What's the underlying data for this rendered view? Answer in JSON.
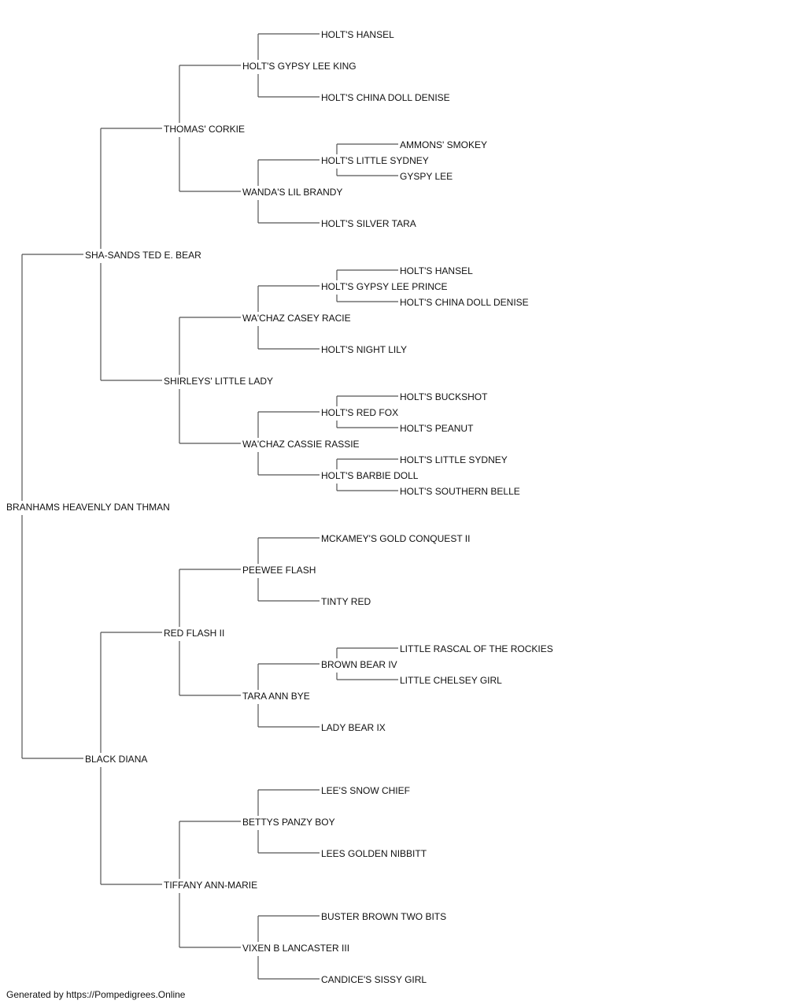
{
  "pedigree": {
    "name": "BRANHAMS HEAVENLY DAN THMAN",
    "sire": {
      "name": "SHA-SANDS TED E. BEAR",
      "sire": {
        "name": "THOMAS' CORKIE",
        "sire": {
          "name": "HOLT'S GYPSY LEE KING",
          "sire": {
            "name": "HOLT'S HANSEL"
          },
          "dam": {
            "name": "HOLT'S CHINA DOLL DENISE"
          }
        },
        "dam": {
          "name": "WANDA'S LIL BRANDY",
          "sire": {
            "name": "HOLT'S LITTLE SYDNEY",
            "sire": {
              "name": "AMMONS' SMOKEY"
            },
            "dam": {
              "name": "GYSPY LEE"
            }
          },
          "dam": {
            "name": "HOLT'S SILVER TARA"
          }
        }
      },
      "dam": {
        "name": "SHIRLEYS' LITTLE LADY",
        "sire": {
          "name": "WA'CHAZ CASEY RACIE",
          "sire": {
            "name": "HOLT'S GYPSY LEE PRINCE",
            "sire": {
              "name": "HOLT'S HANSEL"
            },
            "dam": {
              "name": "HOLT'S CHINA DOLL DENISE"
            }
          },
          "dam": {
            "name": "HOLT'S NIGHT LILY"
          }
        },
        "dam": {
          "name": "WA'CHAZ CASSIE RASSIE",
          "sire": {
            "name": "HOLT'S RED FOX",
            "sire": {
              "name": "HOLT'S BUCKSHOT"
            },
            "dam": {
              "name": "HOLT'S PEANUT"
            }
          },
          "dam": {
            "name": "HOLT'S BARBIE DOLL",
            "sire": {
              "name": "HOLT'S LITTLE SYDNEY"
            },
            "dam": {
              "name": "HOLT'S SOUTHERN BELLE"
            }
          }
        }
      }
    },
    "dam": {
      "name": "BLACK DIANA",
      "sire": {
        "name": "RED FLASH II",
        "sire": {
          "name": "PEEWEE FLASH",
          "sire": {
            "name": "MCKAMEY'S GOLD CONQUEST II"
          },
          "dam": {
            "name": "TINTY RED"
          }
        },
        "dam": {
          "name": "TARA ANN BYE",
          "sire": {
            "name": "BROWN BEAR IV",
            "sire": {
              "name": "LITTLE RASCAL OF THE ROCKIES"
            },
            "dam": {
              "name": "LITTLE CHELSEY GIRL"
            }
          },
          "dam": {
            "name": "LADY BEAR IX"
          }
        }
      },
      "dam": {
        "name": "TIFFANY ANN-MARIE",
        "sire": {
          "name": "BETTYS PANZY BOY",
          "sire": {
            "name": "LEE'S SNOW CHIEF"
          },
          "dam": {
            "name": "LEES GOLDEN NIBBITT"
          }
        },
        "dam": {
          "name": "VIXEN B LANCASTER III",
          "sire": {
            "name": "BUSTER BROWN TWO BITS"
          },
          "dam": {
            "name": "CANDICE'S SISSY GIRL"
          }
        }
      }
    }
  },
  "footer": "Generated by https://Pompedigrees.Online"
}
